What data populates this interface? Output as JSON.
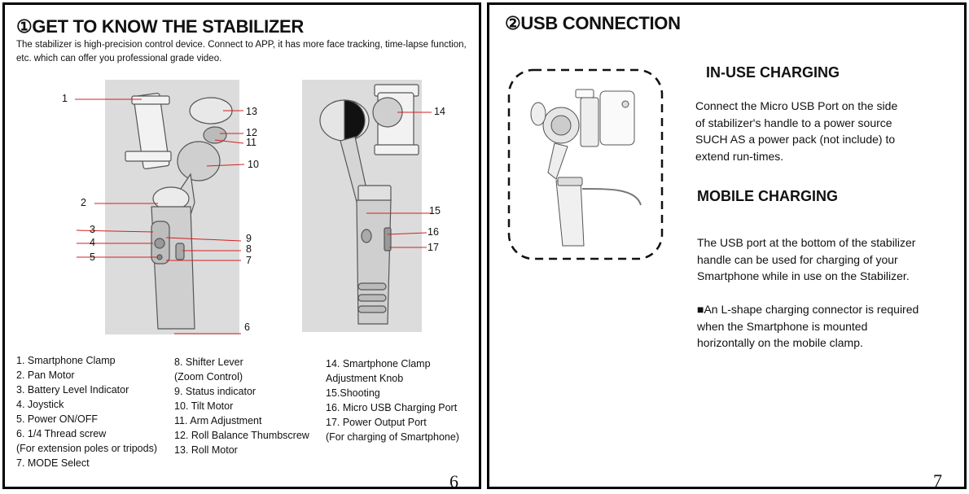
{
  "left_page": {
    "title": "①GET TO KNOW THE STABILIZER",
    "intro": "The stabilizer is high-precision control device. Connect to APP, it has more face tracking, time-lapse function, etc. which can offer you professional grade video.",
    "callouts_front": [
      "1",
      "2",
      "3",
      "4",
      "5",
      "6",
      "7",
      "8",
      "9",
      "10",
      "11",
      "12",
      "13"
    ],
    "callouts_back": [
      "14",
      "15",
      "16",
      "17"
    ],
    "legend_col1": "1.  Smartphone Clamp\n2.  Pan Motor\n3.  Battery Level Indicator\n4. Joystick\n5.  Power ON/OFF\n6. 1/4 Thread screw\n(For extension poles or tripods)\n7.  MODE Select",
    "legend_col2": "8. Shifter Lever\n(Zoom Control)\n9. Status indicator\n10. Tilt Motor\n11. Arm Adjustment\n12. Roll Balance Thumbscrew\n13. Roll Motor",
    "legend_col3": "14. Smartphone Clamp\nAdjustment Knob\n15.Shooting\n16. Micro USB Charging Port\n17. Power Output Port\n(For charging of Smartphone)",
    "page_number": "6"
  },
  "right_page": {
    "title": "②USB CONNECTION",
    "in_use_heading": "IN-USE CHARGING",
    "in_use_text": " Connect the Micro USB Port on the side\nof stabilizer's handle to a power source\nSUCH AS a power pack (not include) to\nextend run-times.",
    "mobile_heading": "MOBILE CHARGING",
    "mobile_text": "The USB port at the bottom of the stabilizer\nhandle can be used for charging of your\nSmartphone while in use on the Stabilizer.",
    "note_text": "■An L-shape charging connector is required\nwhen the Smartphone is mounted\nhorizontally on the mobile clamp.",
    "page_number": "7"
  },
  "colors": {
    "callout_line": "#d42020",
    "figure_bg": "#dcdcdc",
    "figure_stroke": "#555555"
  }
}
